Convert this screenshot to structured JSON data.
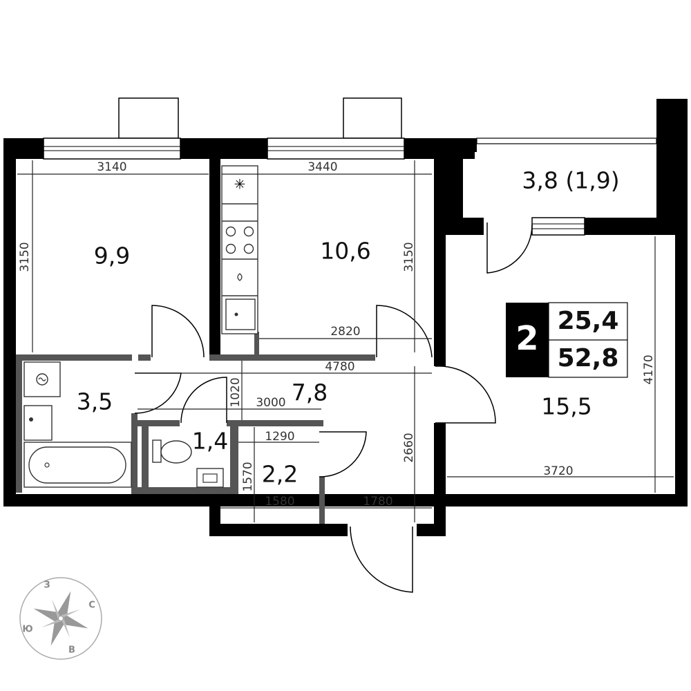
{
  "rooms": [
    {
      "id": "bedroom",
      "area": "9,9"
    },
    {
      "id": "kitchen",
      "area": "10,6"
    },
    {
      "id": "balcony",
      "area": "3,8 (1,9)"
    },
    {
      "id": "living",
      "area": "15,5"
    },
    {
      "id": "bathroom",
      "area": "3,5"
    },
    {
      "id": "hallway",
      "area": "7,8"
    },
    {
      "id": "toilet",
      "area": "1,4"
    },
    {
      "id": "entry",
      "area": "2,2"
    }
  ],
  "dimensions": [
    "3140",
    "3440",
    "3150",
    "3150",
    "2820",
    "4780",
    "1020",
    "3000",
    "1290",
    "1570",
    "1580",
    "1780",
    "2660",
    "3720",
    "4170"
  ],
  "badge": {
    "rooms_count": "2",
    "living_area": "25,4",
    "total_area": "52,8"
  },
  "compass": {
    "north": "С",
    "south": "Ю",
    "east": "В",
    "west": "З"
  }
}
